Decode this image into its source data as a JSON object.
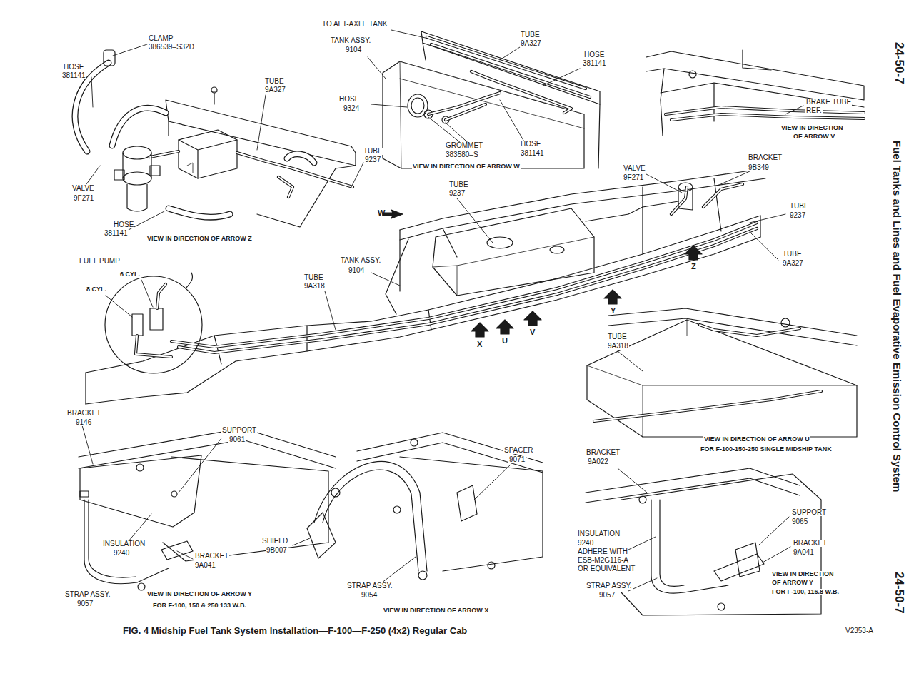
{
  "diagram": {
    "caption": "FIG. 4 Midship Fuel Tank System Installation—F-100—F-250 (4x2) Regular Cab",
    "labels": [
      "CLAMP",
      "386539–S32D",
      "HOSE",
      "381141",
      "TUBE",
      "9A327",
      "TUBE",
      "9237",
      "VALVE",
      "9F271",
      "HOSE",
      "381141",
      "VIEW IN DIRECTION OF ARROW Z",
      "TO AFT-AXLE TANK",
      "TANK ASSY.",
      "9104",
      "TUBE",
      "9A327",
      "HOSE",
      "381141",
      "HOSE",
      "9324",
      "GROMMET",
      "383580–S",
      "HOSE",
      "381141",
      "VIEW IN DIRECTION OF ARROW W",
      "BRAKE TUBE",
      "REF.",
      "VIEW IN DIRECTION",
      "OF ARROW V",
      "BRACKET",
      "9B349",
      "VALVE",
      "9F271",
      "TUBE",
      "9237",
      "W",
      "TUBE",
      "9237",
      "TUBE",
      "9A327",
      "Z",
      "FUEL PUMP",
      "TANK ASSY.",
      "9104",
      "6 CYL.",
      "TUBE",
      "9A318",
      "8 CYL.",
      "Y",
      "X",
      "U",
      "V",
      "TUBE",
      "9A318",
      "VIEW IN DIRECTION OF ARROW U",
      "FOR F-100-150-250 SINGLE MIDSHIP TANK",
      "BRACKET",
      "9146",
      "SUPPORT",
      "9061",
      "SPACER",
      "9071",
      "BRACKET",
      "9A022",
      "SUPPORT",
      "9065",
      "INSULATION",
      "9240",
      "ADHERE WITH",
      "ESB-M2G116-A",
      "OR EQUIVALENT",
      "SHIELD",
      "9B007",
      "INSULATION",
      "9240",
      "BRACKET",
      "9A041",
      "BRACKET",
      "9A041",
      "VIEW IN DIRECTION",
      "OF ARROW Y",
      "FOR F-100, 116.8 W.B.",
      "STRAP ASSY.",
      "9054",
      "STRAP ASSY.",
      "9057",
      "STRAP ASSY.",
      "9057",
      "VIEW IN DIRECTION OF ARROW Y",
      "FOR F-100, 150 & 250 133 W.B.",
      "VIEW IN DIRECTION OF ARROW X",
      "V2353-A",
      "24-50-7",
      "Fuel Tanks and Lines and Fuel Evaporative Emission Control System",
      "24-50-7"
    ]
  }
}
